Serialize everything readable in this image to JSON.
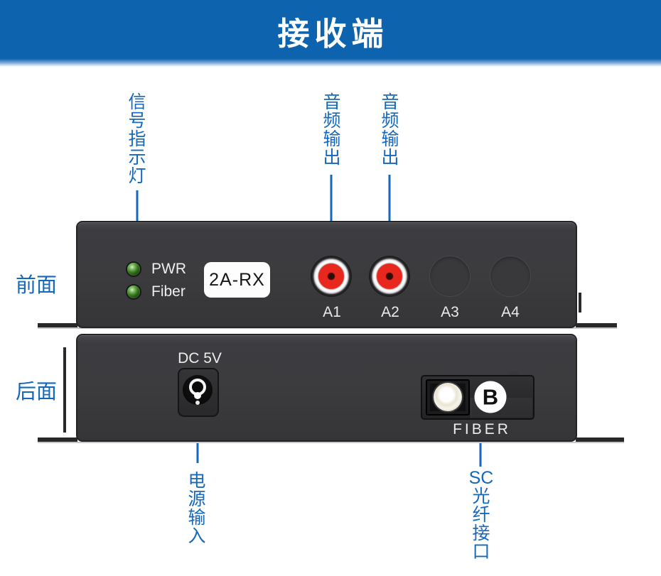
{
  "colors": {
    "header_blue": "#0d63ae",
    "label_blue": "#1569bd",
    "panel_dark": "#3b3b3e",
    "led_green": "#4e9238",
    "rca_red": "#e8271e"
  },
  "header": {
    "title": "接收端"
  },
  "labels": {
    "signal_indicator": "信\n号\n指\n示\n灯",
    "audio_output_1": "音\n频\n输\n出",
    "audio_output_2": "音\n频\n输\n出",
    "front_side": "前面",
    "back_side": "后面",
    "power_input": "电\n源\n输\n入",
    "sc_fiber_port": "SC\n光\n纤\n接\n口"
  },
  "front_panel": {
    "leds": [
      {
        "name": "PWR"
      },
      {
        "name": "Fiber"
      }
    ],
    "model_badge": "2A-RX",
    "ports": [
      {
        "label": "A1",
        "type": "rca"
      },
      {
        "label": "A2",
        "type": "rca"
      },
      {
        "label": "A3",
        "type": "blank"
      },
      {
        "label": "A4",
        "type": "blank"
      }
    ]
  },
  "back_panel": {
    "dc_label": "DC 5V",
    "fiber_label": "FIBER",
    "fiber_cap_letter": "B"
  }
}
